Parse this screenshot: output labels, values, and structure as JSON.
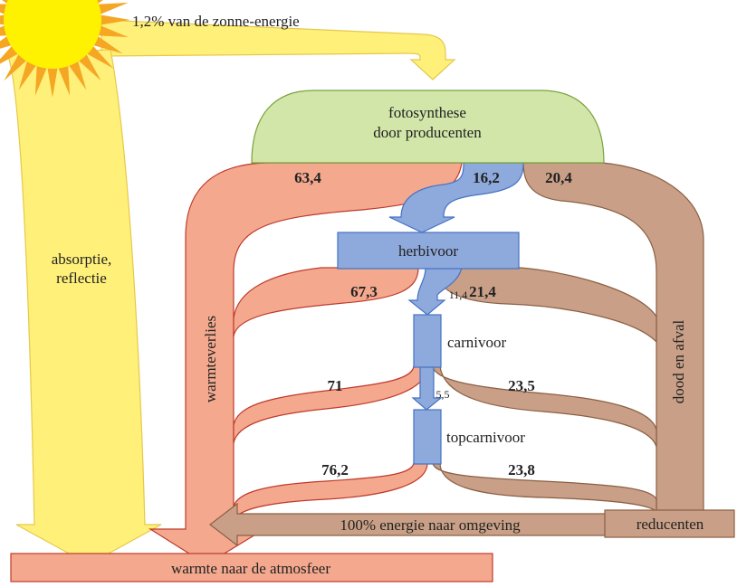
{
  "colors": {
    "sun_core": "#fff200",
    "sun_rays": "#f5a623",
    "sunlight": "#fff07a",
    "sunlight_edge": "#e6c84a",
    "heat": "#f4a98f",
    "heat_edge": "#c0392b",
    "decay": "#c9a087",
    "decay_edge": "#8a5f43",
    "consumer": "#8ea9db",
    "consumer_edge": "#4472c4",
    "producer": "#d1e6a8",
    "producer_edge": "#7aa23d"
  },
  "sun_label": "1,2% van de zonne-energie",
  "absorption_label": [
    "absorptie,",
    "reflectie"
  ],
  "nodes": {
    "producenten": [
      "fotosynthese",
      "door producenten"
    ],
    "herbivoor": "herbivoor",
    "carnivoor": "carnivoor",
    "topcarnivoor": "topcarnivoor",
    "reducenten": "reducenten",
    "atmosfeer": "warmte naar de atmosfeer"
  },
  "bands": {
    "warmteverlies": "warmteverlies",
    "dood_en_afval": "dood en afval",
    "omgeving": "100% energie naar omgeving"
  },
  "flows": {
    "producenten_warmte": "63,4",
    "producenten_herbivoor": "16,2",
    "producenten_afval": "20,4",
    "herbivoor_warmte": "67,3",
    "herbivoor_carnivoor": "11,4",
    "herbivoor_afval": "21,4",
    "carnivoor_warmte": "71",
    "carnivoor_topcarnivoor": "5,5",
    "carnivoor_afval": "23,5",
    "topcarnivoor_warmte": "76,2",
    "topcarnivoor_afval": "23,8"
  }
}
